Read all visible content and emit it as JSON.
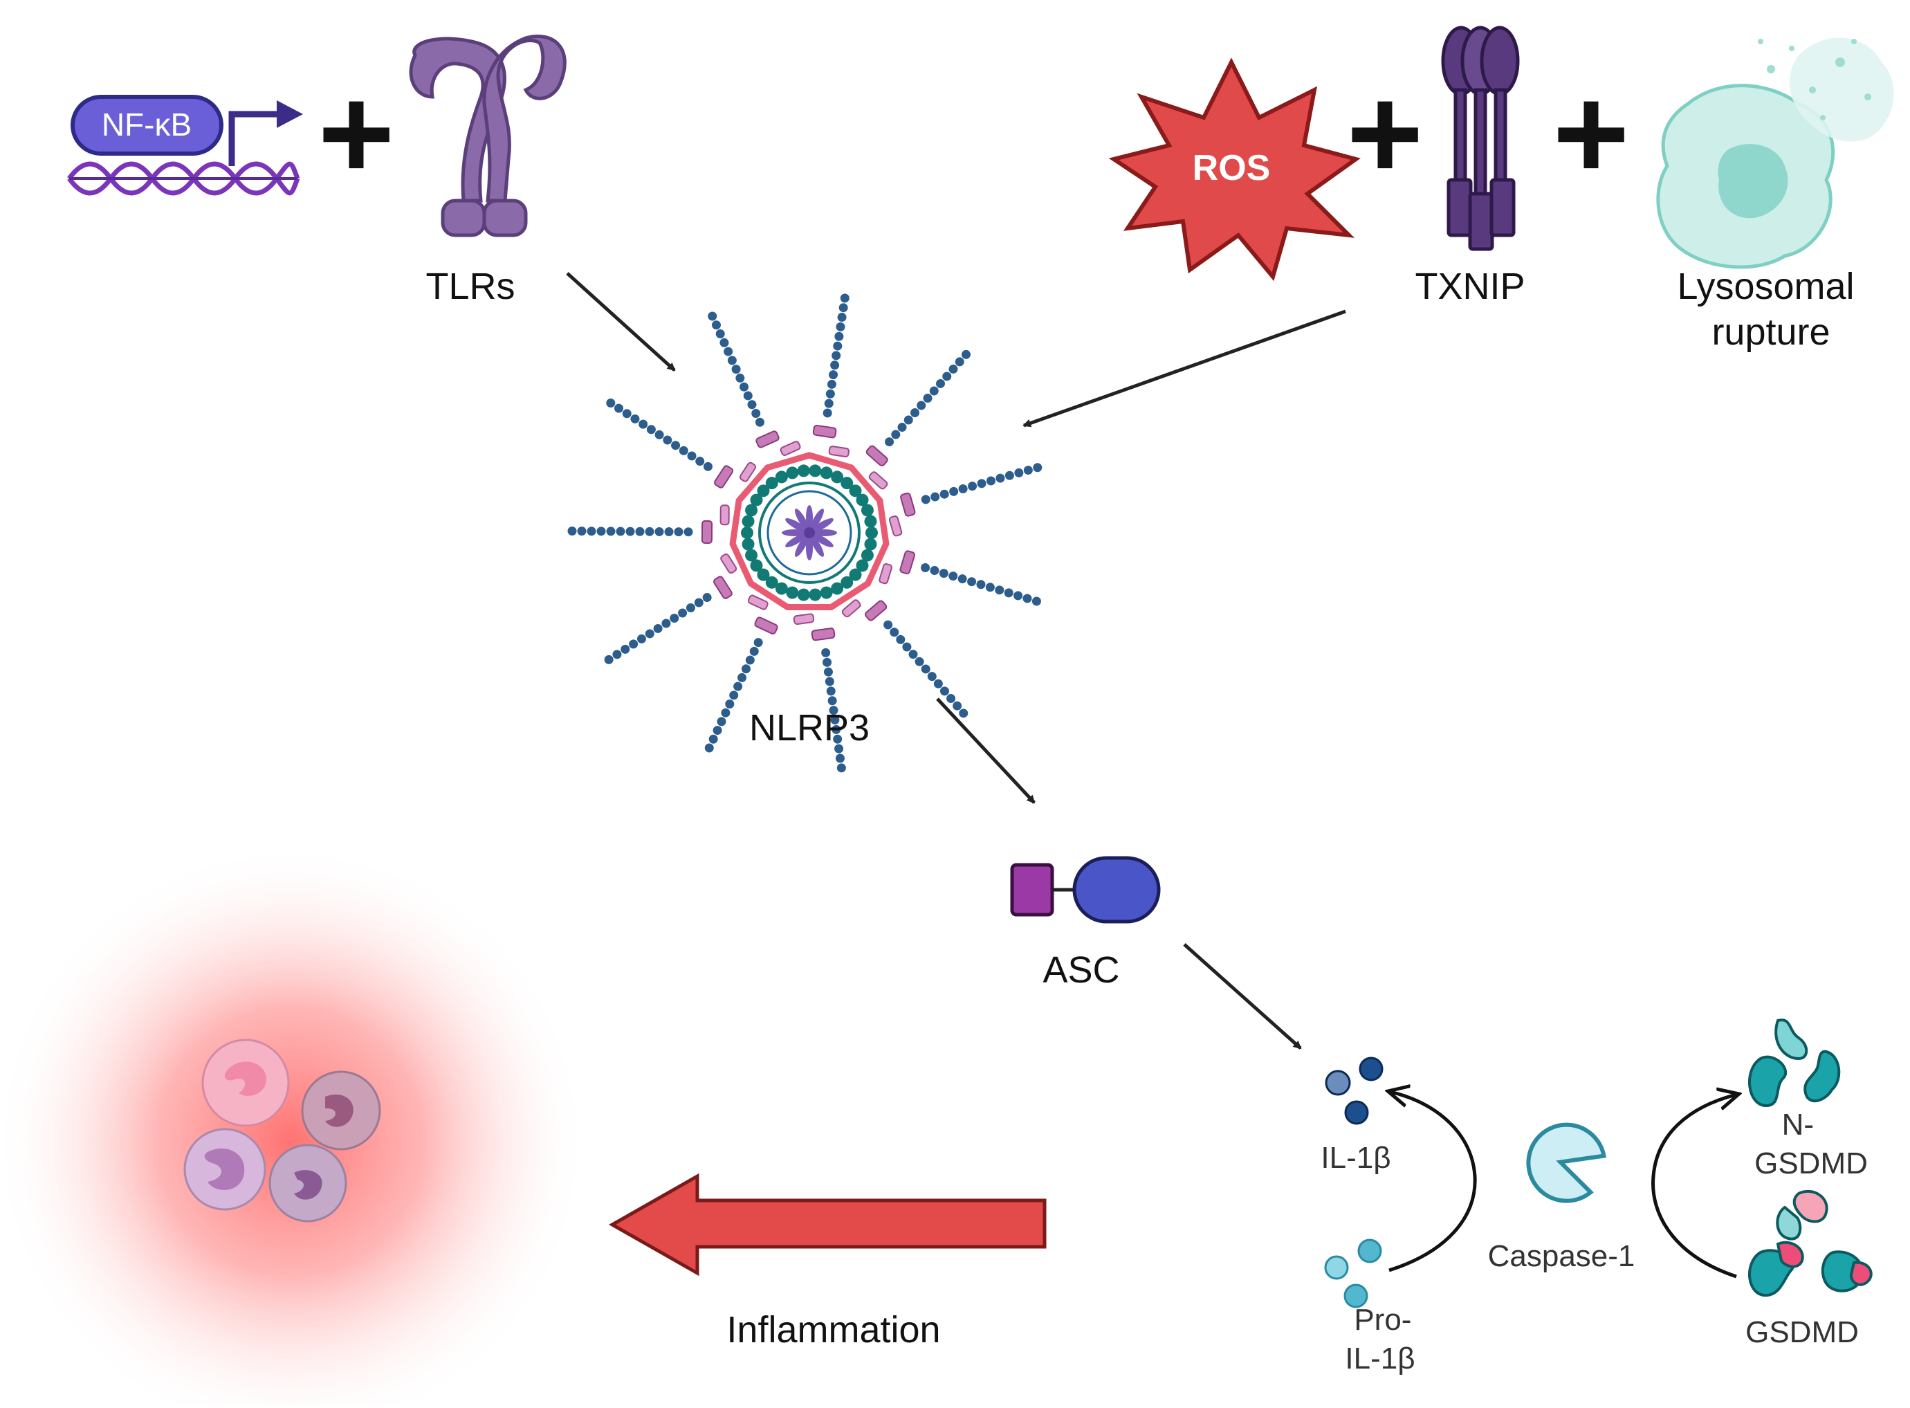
{
  "nodes": {
    "nfkb": "NF-κB",
    "tlrs": "TLRs",
    "ros": "ROS",
    "txnip": "TXNIP",
    "lysosomal": "Lysosomal\nrupture",
    "nlrp3": "NLRP3",
    "asc": "ASC",
    "il1b": "IL-1β",
    "pro_il1b": "Pro-\nIL-1β",
    "caspase1": "Caspase-1",
    "n_gsdmd": "N-\nGSDMD",
    "gsdmd": "GSDMD",
    "inflammation": "Inflammation"
  },
  "operators": {
    "plus": "+"
  },
  "colors": {
    "nfkb_fill": "#6a5fd6",
    "dna": "#7a35b8",
    "tlr": "#8a6aa8",
    "ros": "#e14a4a",
    "txnip": "#5a3a7e",
    "lysosome": "#bfe8e2",
    "nlrp3_spoke": "#2d5d8c",
    "nlrp3_ring": "#e95b73",
    "nlrp3_core": "#127a74",
    "asc_pyd": "#9b3aa6",
    "asc_card": "#4a55c8",
    "il1b": "#1c4f8e",
    "pro_il1b": "#53b7cf",
    "caspase": "#5fc3d6",
    "gsdmd": "#1aa3a8",
    "gsdmd_pink": "#ef4d79",
    "inflammation_arrow": "#e34b4b",
    "glow": "#ff6b6b"
  },
  "icons": [
    "nfkb-promoter-icon",
    "tlr-receptor-icon",
    "ros-burst-icon",
    "txnip-protein-icon",
    "lysosome-cell-icon",
    "nlrp3-inflammasome-icon",
    "asc-adaptor-icon",
    "il1b-molecules-icon",
    "pro-il1b-molecules-icon",
    "caspase1-pacman-icon",
    "n-gsdmd-icon",
    "gsdmd-icon",
    "immune-cells-icon"
  ]
}
